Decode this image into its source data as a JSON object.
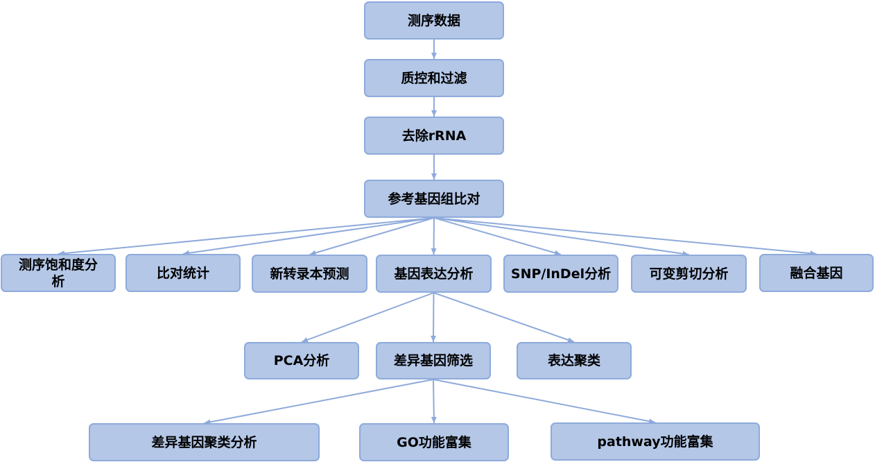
{
  "colors": {
    "node_fill": "#b4c7e7",
    "node_border": "#8eaadb",
    "edge": "#8eaadb",
    "text": "#000000"
  },
  "nodes": {
    "sequencing_data": "测序数据",
    "qc_filter": "质控和过滤",
    "remove_rrna": "去除rRNA",
    "ref_alignment": "参考基因组比对",
    "saturation": "测序饱和度分析",
    "align_stats": "比对统计",
    "novel_transcript": "新转录本预测",
    "expression": "基因表达分析",
    "snp_indel": "SNP/InDel分析",
    "alt_splicing": "可变剪切分析",
    "fusion_gene": "融合基因",
    "pca": "PCA分析",
    "deg_screen": "差异基因筛选",
    "expr_cluster": "表达聚类",
    "deg_cluster": "差异基因聚类分析",
    "go_enrich": "GO功能富集",
    "pathway_enrich": "pathway功能富集"
  },
  "edges": [
    [
      "sequencing_data",
      "qc_filter"
    ],
    [
      "qc_filter",
      "remove_rrna"
    ],
    [
      "remove_rrna",
      "ref_alignment"
    ],
    [
      "ref_alignment",
      "saturation"
    ],
    [
      "ref_alignment",
      "align_stats"
    ],
    [
      "ref_alignment",
      "novel_transcript"
    ],
    [
      "ref_alignment",
      "expression"
    ],
    [
      "ref_alignment",
      "snp_indel"
    ],
    [
      "ref_alignment",
      "alt_splicing"
    ],
    [
      "ref_alignment",
      "fusion_gene"
    ],
    [
      "expression",
      "pca"
    ],
    [
      "expression",
      "deg_screen"
    ],
    [
      "expression",
      "expr_cluster"
    ],
    [
      "deg_screen",
      "deg_cluster"
    ],
    [
      "deg_screen",
      "go_enrich"
    ],
    [
      "deg_screen",
      "pathway_enrich"
    ]
  ]
}
